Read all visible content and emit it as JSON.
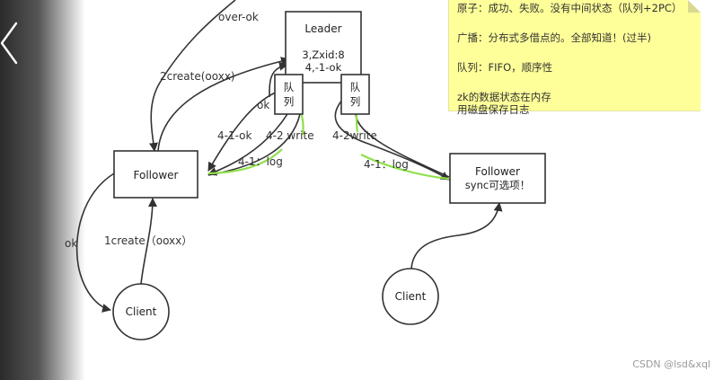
{
  "nodes": {
    "leader": {
      "title": "Leader",
      "line1": "3,Zxid:8",
      "line2": "4,-1-ok"
    },
    "queue_left": {
      "line1": "队",
      "line2": "列"
    },
    "queue_right": {
      "line1": "队",
      "line2": "列"
    },
    "follower_left": {
      "title": "Follower"
    },
    "follower_right": {
      "title": "Follower",
      "line2": "sync可选项！"
    },
    "client_left": {
      "title": "Client"
    },
    "client_right": {
      "title": "Client"
    }
  },
  "edges": {
    "over_ok": "over-ok",
    "create_ooxx": "2create(ooxx)",
    "ok_small": "ok",
    "ok_41": "4-1-ok",
    "write_42": "4-2 write",
    "log_left": "4-1：log",
    "write_right": "4-2write",
    "log_right": "4-1：log",
    "ok_client": "ok",
    "create_client": "1create（ooxx）"
  },
  "note": {
    "lines": [
      "原子：成功、失败。没有中间状态（队列+2PC）",
      "",
      "广播：分布式多借点的。全部知道！(过半)",
      "",
      "队列：FIFO，顺序性",
      "",
      "zk的数据状态在内存",
      "用磁盘保存日志"
    ]
  },
  "watermark": "CSDN @lsd&xql",
  "colors": {
    "highlight": "#8ee04a",
    "note_bg": "#ffff99",
    "stroke": "#333333"
  }
}
